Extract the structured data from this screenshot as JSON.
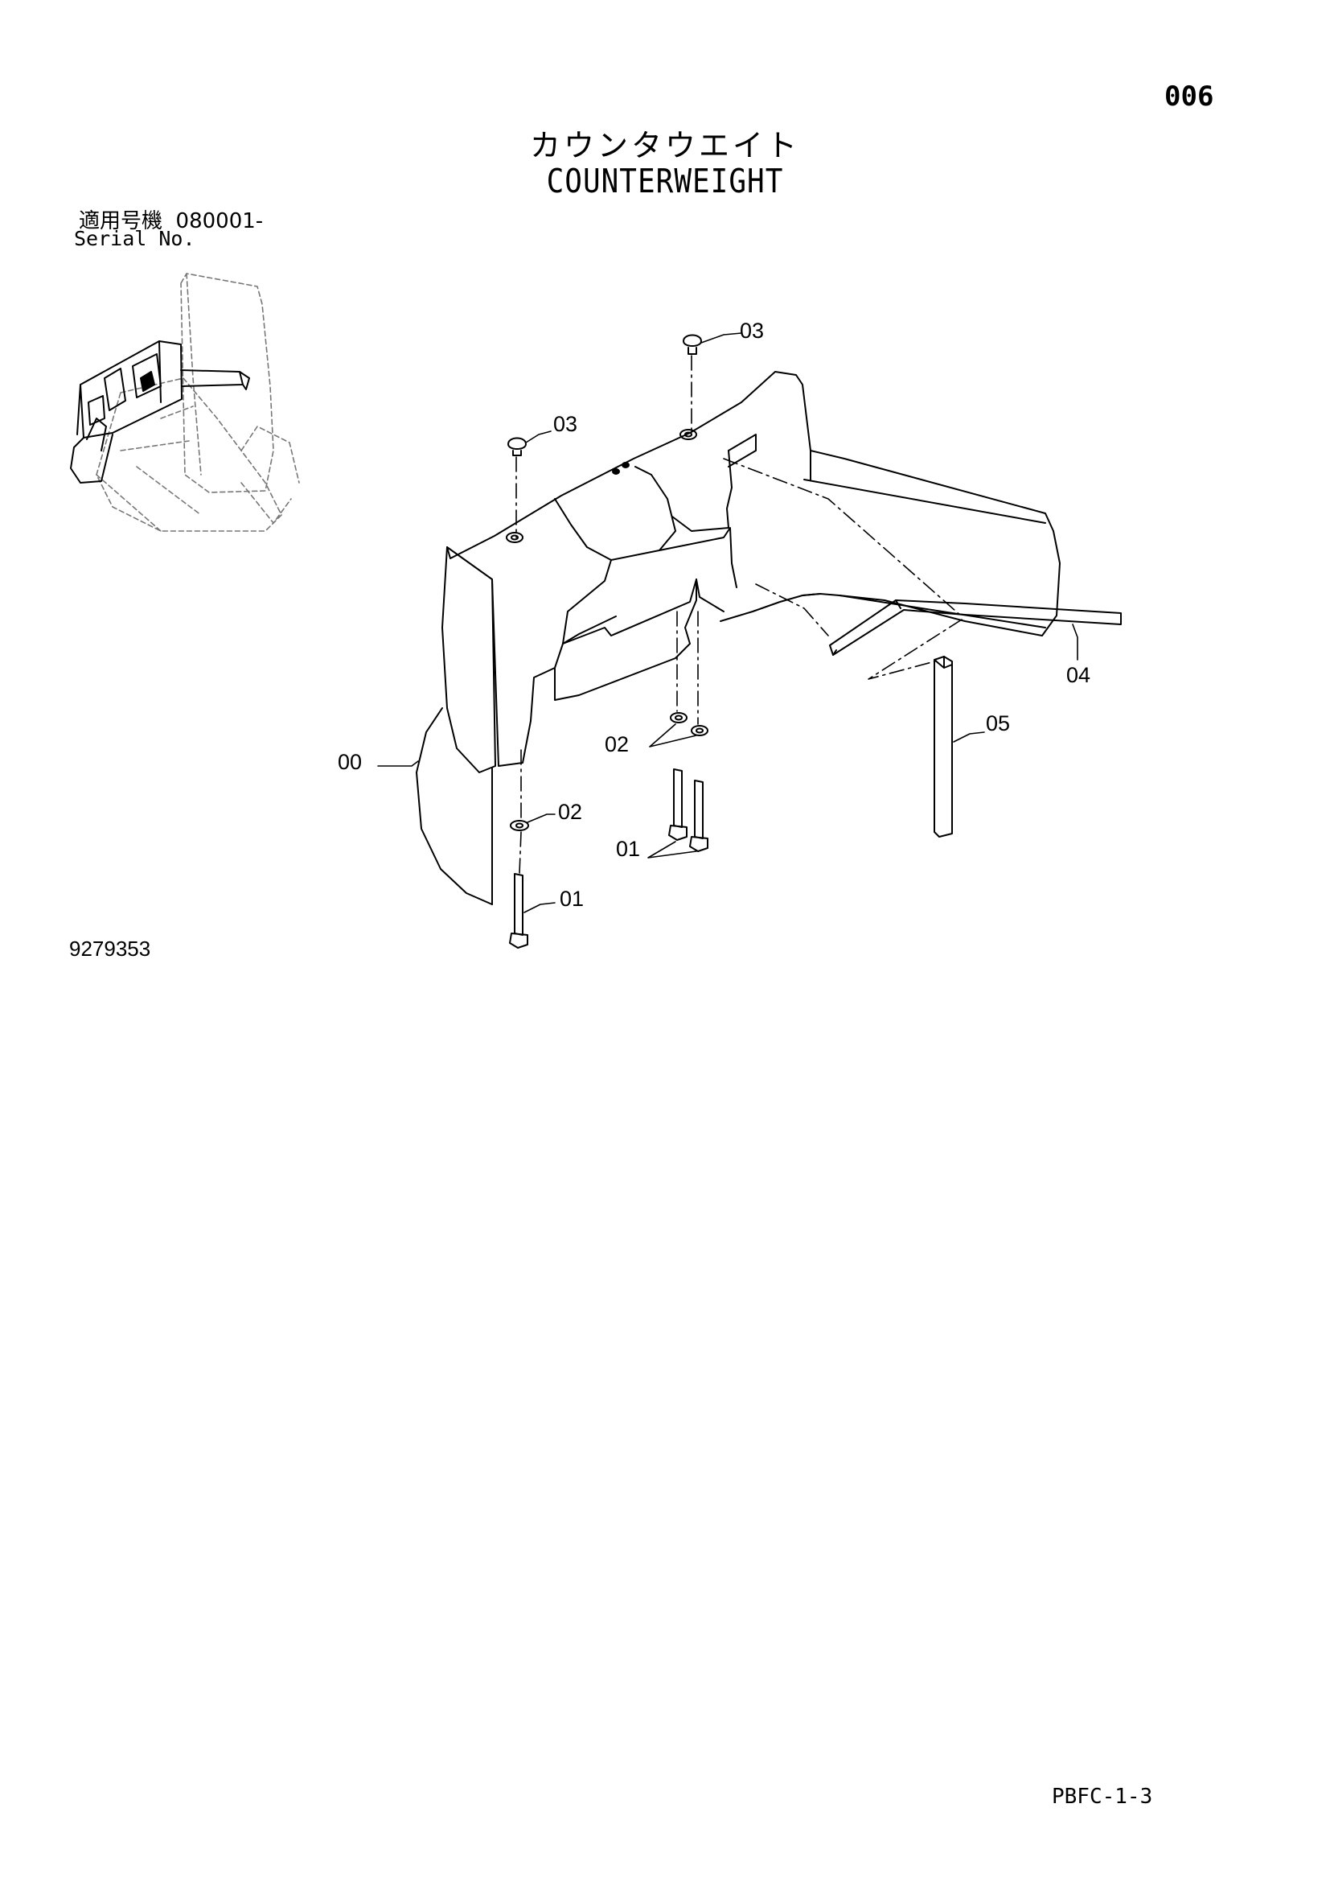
{
  "page_number": "006",
  "title_jp": "カウンタウエイト",
  "title_en": "COUNTERWEIGHT",
  "serial": {
    "label_jp": "適用号機",
    "range": "080001-",
    "label_en": "Serial No."
  },
  "drawing_number": "9279353",
  "page_code": "PBFC-1-3",
  "callouts": {
    "c00": "00",
    "c01a": "01",
    "c01b": "01",
    "c02a": "02",
    "c02b": "02",
    "c03a": "03",
    "c03b": "03",
    "c04": "04",
    "c05": "05"
  }
}
